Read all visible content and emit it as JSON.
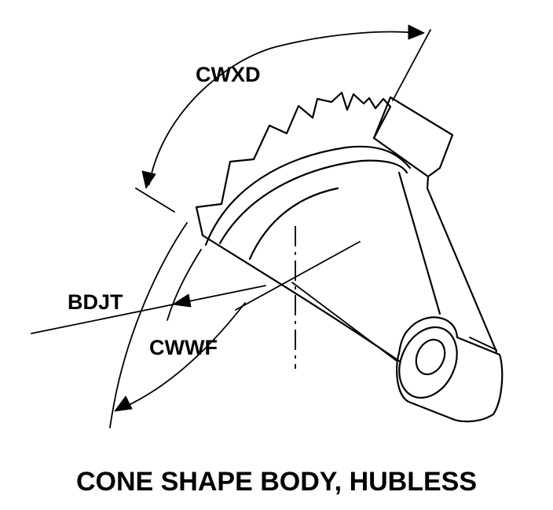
{
  "labels": {
    "cwxd": "CWXD",
    "bdjt": "BDJT",
    "cwwf": "CWWF"
  },
  "caption": "CONE SHAPE BODY, HUBLESS"
}
